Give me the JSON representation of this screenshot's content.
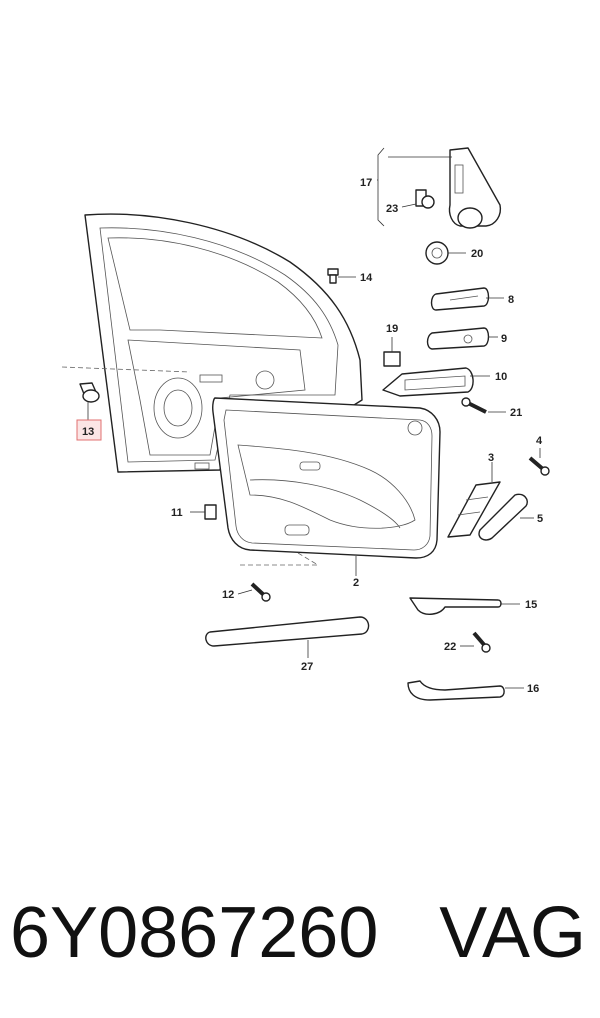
{
  "callouts": {
    "c2": "2",
    "c3": "3",
    "c4": "4",
    "c5": "5",
    "c8": "8",
    "c9": "9",
    "c10": "10",
    "c11": "11",
    "c12": "12",
    "c13": "13",
    "c14": "14",
    "c15": "15",
    "c16": "16",
    "c17": "17",
    "c19": "19",
    "c20": "20",
    "c21": "21",
    "c22": "22",
    "c23": "23",
    "c27": "27"
  },
  "highlighted_callout": "13",
  "highlight_color": "#e07070",
  "footer": {
    "part_number": "6Y0867260",
    "brand": "VAG"
  }
}
